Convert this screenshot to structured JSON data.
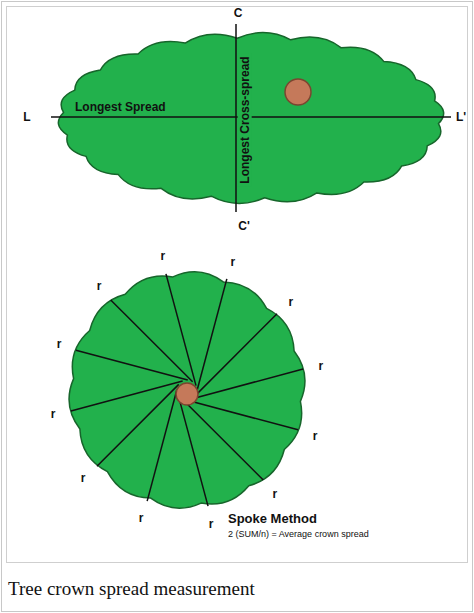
{
  "diagram": {
    "caption": "Tree crown spread measurement",
    "nodes": [
      {
        "text": [
          "Longest Spread",
          "Longest Cross-spread"
        ]
      }
    ],
    "labels": [
      "C",
      "L",
      "L'",
      "C'",
      "r",
      "r",
      "r",
      "r",
      "r",
      "r",
      "r",
      "r",
      "r",
      "r",
      "r",
      "r",
      "Spoke Method",
      "2 (SUM/n) = Average crown spread"
    ]
  }
}
